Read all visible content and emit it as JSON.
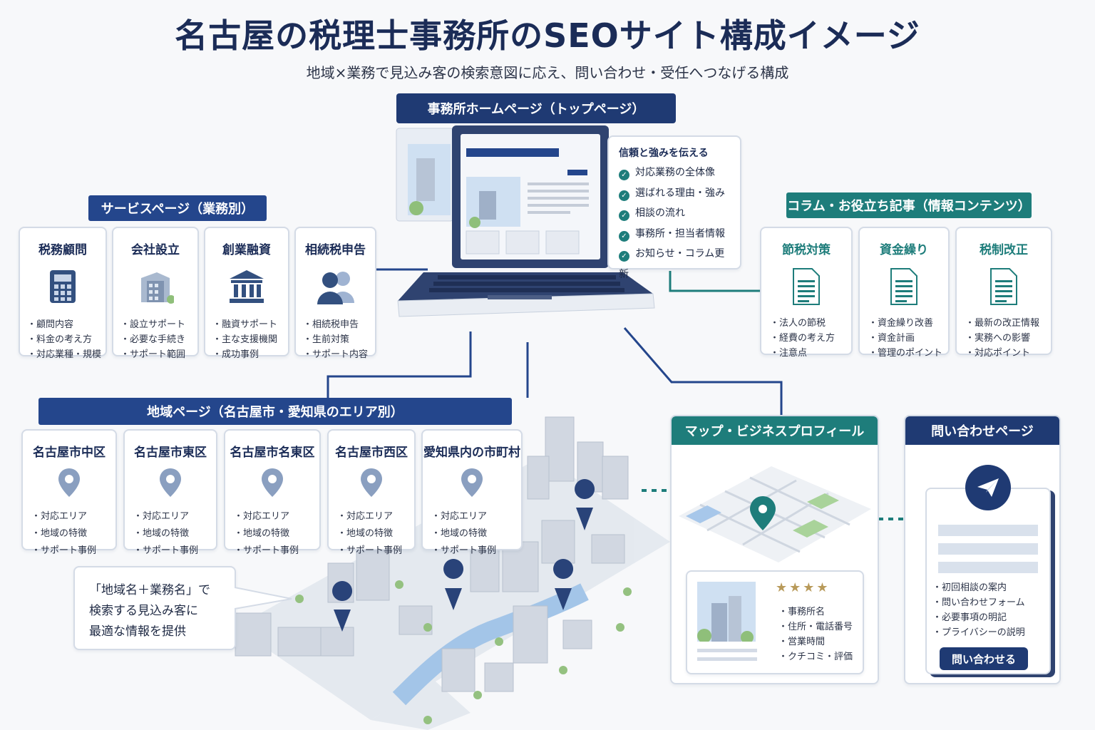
{
  "title": "名古屋の税理士事務所のSEOサイト構成イメージ",
  "subtitle": "地域×業務で見込み客の検索意図に応え、問い合わせ・受任へつなげる構成",
  "home": {
    "header": "事務所ホームページ（トップページ）",
    "trust_title": "信頼と強みを伝える",
    "trust_items": [
      "対応業務の全体像",
      "選ばれる理由・強み",
      "相談の流れ",
      "事務所・担当者情報",
      "お知らせ・コラム更新"
    ]
  },
  "services": {
    "header": "サービスページ（業務別）",
    "cards": [
      {
        "title": "税務顧問",
        "icon": "calculator-icon",
        "items": [
          "顧問内容",
          "料金の考え方",
          "対応業種・規模"
        ]
      },
      {
        "title": "会社設立",
        "icon": "building-icon",
        "items": [
          "設立サポート",
          "必要な手続き",
          "サポート範囲"
        ]
      },
      {
        "title": "創業融資",
        "icon": "bank-icon",
        "items": [
          "融資サポート",
          "主な支援機関",
          "成功事例"
        ]
      },
      {
        "title": "相続税申告",
        "icon": "people-icon",
        "items": [
          "相続税申告",
          "生前対策",
          "サポート内容"
        ]
      }
    ]
  },
  "columns": {
    "header": "コラム・お役立ち記事（情報コンテンツ）",
    "cards": [
      {
        "title": "節税対策",
        "icon": "document-icon",
        "items": [
          "法人の節税",
          "経費の考え方",
          "注意点"
        ]
      },
      {
        "title": "資金繰り",
        "icon": "document-icon",
        "items": [
          "資金繰り改善",
          "資金計画",
          "管理のポイント"
        ]
      },
      {
        "title": "税制改正",
        "icon": "document-icon",
        "items": [
          "最新の改正情報",
          "実務への影響",
          "対応ポイント"
        ]
      }
    ]
  },
  "regions": {
    "header": "地域ページ（名古屋市・愛知県のエリア別）",
    "cards": [
      {
        "title": "名古屋市中区",
        "icon": "map-pin-icon",
        "items": [
          "対応エリア",
          "地域の特徴",
          "サポート事例"
        ]
      },
      {
        "title": "名古屋市東区",
        "icon": "map-pin-icon",
        "items": [
          "対応エリア",
          "地域の特徴",
          "サポート事例"
        ]
      },
      {
        "title": "名古屋市名東区",
        "icon": "map-pin-icon",
        "items": [
          "対応エリア",
          "地域の特徴",
          "サポート事例"
        ]
      },
      {
        "title": "名古屋市西区",
        "icon": "map-pin-icon",
        "items": [
          "対応エリア",
          "地域の特徴",
          "サポート事例"
        ]
      },
      {
        "title": "愛知県内の市町村",
        "icon": "map-pin-icon",
        "items": [
          "対応エリア",
          "地域の特徴",
          "サポート事例"
        ]
      }
    ],
    "callout_lines": [
      "「地域名＋業務名」で",
      "検索する見込み客に",
      "最適な情報を提供"
    ]
  },
  "map_profile": {
    "header": "マップ・ビジネスプロフィール",
    "stars": "★★★★",
    "items": [
      "事務所名",
      "住所・電話番号",
      "営業時間",
      "クチコミ・評価"
    ]
  },
  "contact": {
    "header": "問い合わせページ",
    "items": [
      "初回相談の案内",
      "問い合わせフォーム",
      "必要事項の明記",
      "プライバシーの説明"
    ],
    "button": "問い合わせる"
  },
  "colors": {
    "navy": "#24468c",
    "teal": "#1e7d7b",
    "dark_navy": "#1f3a73"
  }
}
